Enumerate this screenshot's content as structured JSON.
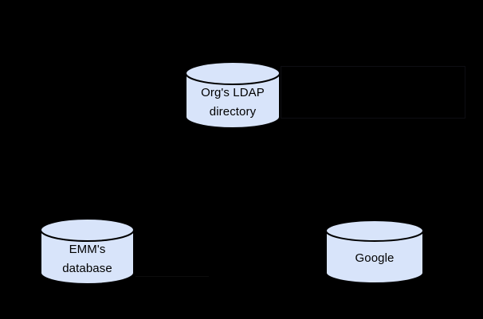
{
  "canvas": {
    "background_color": "#000000"
  },
  "nodes": [
    {
      "id": "orgs-ldap-directory",
      "shape": "database-cylinder",
      "label_lines": [
        "Org's LDAP",
        "directory"
      ],
      "fill_color": "#d8e4fa",
      "stroke_color": "#000000",
      "text_color": "#000000"
    },
    {
      "id": "emms-database",
      "shape": "database-cylinder",
      "label_lines": [
        "EMM's",
        "database"
      ],
      "fill_color": "#d8e4fa",
      "stroke_color": "#000000",
      "text_color": "#000000"
    },
    {
      "id": "google",
      "shape": "database-cylinder",
      "label_lines": [
        "Google"
      ],
      "fill_color": "#d8e4fa",
      "stroke_color": "#000000",
      "text_color": "#000000"
    }
  ],
  "artifacts": {
    "faint_box_border_color": "#0e0e13",
    "faint_line_color": "#0c0c0c"
  }
}
